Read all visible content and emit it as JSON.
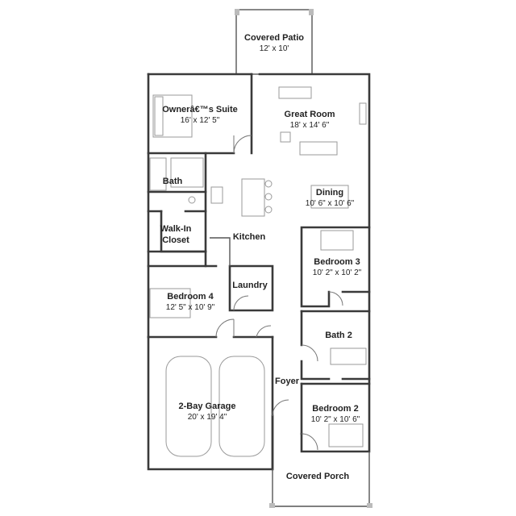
{
  "rooms": {
    "patio": {
      "name": "Covered Patio",
      "dims": "12' x 10'"
    },
    "owner": {
      "name": "Ownerâ€™s Suite",
      "dims": "16' x 12' 5\""
    },
    "great": {
      "name": "Great Room",
      "dims": "18' x 14' 6\""
    },
    "bath": {
      "name": "Bath",
      "dims": ""
    },
    "dining": {
      "name": "Dining",
      "dims": "10' 6\" x 10' 6\""
    },
    "walkin": {
      "name": "Walk-In Closet",
      "dims": ""
    },
    "kitchen": {
      "name": "Kitchen",
      "dims": ""
    },
    "bedroom3": {
      "name": "Bedroom 3",
      "dims": "10' 2\" x 10' 2\""
    },
    "laundry": {
      "name": "Laundry",
      "dims": ""
    },
    "bedroom4": {
      "name": "Bedroom 4",
      "dims": "12' 5\" x 10' 9\""
    },
    "bath2": {
      "name": "Bath 2",
      "dims": ""
    },
    "foyer": {
      "name": "Foyer",
      "dims": ""
    },
    "garage": {
      "name": "2-Bay Garage",
      "dims": "20' x 19' 4\""
    },
    "bedroom2": {
      "name": "Bedroom 2",
      "dims": "10' 2\" x 10' 6\""
    },
    "porch": {
      "name": "Covered Porch",
      "dims": ""
    }
  }
}
